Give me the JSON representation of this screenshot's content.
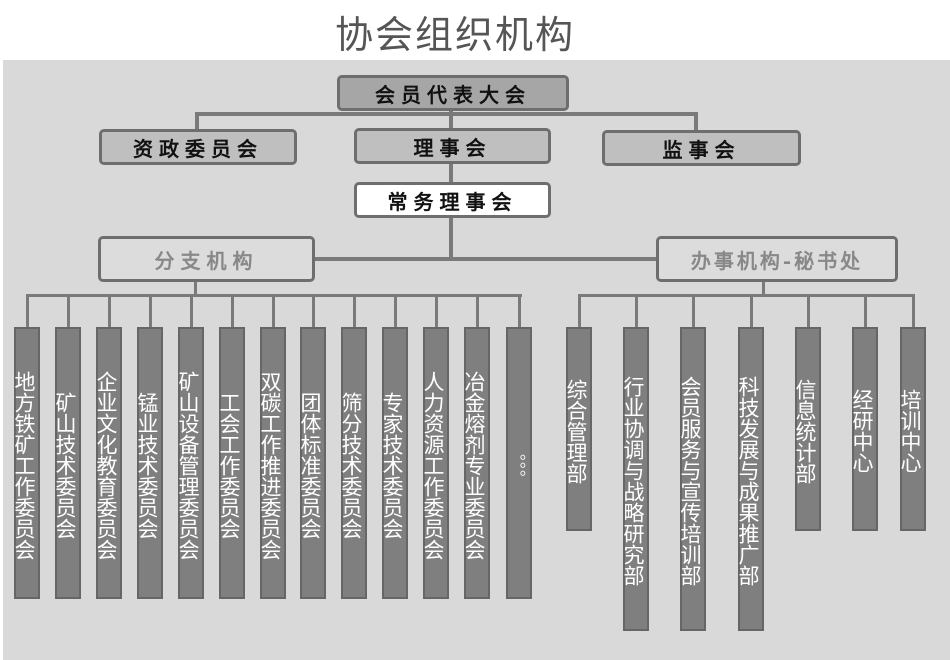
{
  "title": "协会组织机构",
  "top": {
    "congress": "会员代表大会",
    "advisory": "资政委员会",
    "council": "理事会",
    "supervisory": "监事会",
    "standing": "常务理事会"
  },
  "branches": {
    "label": "分支机构",
    "items": [
      "地方铁矿工作委员会",
      "矿山技术委员会",
      "企业文化教育委员会",
      "锰业技术委员会",
      "矿山设备管理委员会",
      "工会工作委员会",
      "双碳工作推进委员会",
      "团体标准委员会",
      "筛分技术委员会",
      "专家技术委员会",
      "人力资源工作委员会",
      "冶金熔剂专业委员会",
      "。。。"
    ]
  },
  "offices": {
    "label": "办事机构-秘书处",
    "items": [
      "综合管理部",
      "行业协调与战略研究部",
      "会员服务与宣传培训部",
      "科技发展与成果推广部",
      "信息统计部",
      "经研中心",
      "培训中心"
    ]
  }
}
